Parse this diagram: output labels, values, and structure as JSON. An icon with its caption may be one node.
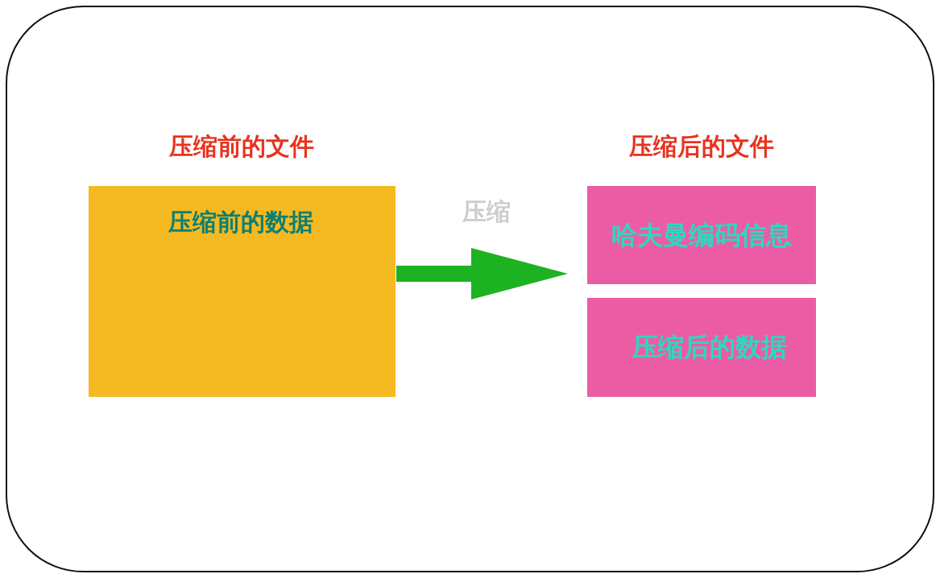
{
  "diagram": {
    "nodes": [
      {
        "text": [
          "压缩前的文件",
          "压缩前的数据"
        ]
      },
      {
        "text": [
          "压缩后的文件"
        ]
      },
      {
        "text": [
          "哈夫曼编码信息"
        ],
        "in": 1
      },
      {
        "text": [
          "压缩后的数据"
        ],
        "in": 1
      }
    ],
    "edges": [
      {
        "from": 0,
        "to": 1,
        "arrow": "to",
        "label": "压缩"
      }
    ]
  }
}
